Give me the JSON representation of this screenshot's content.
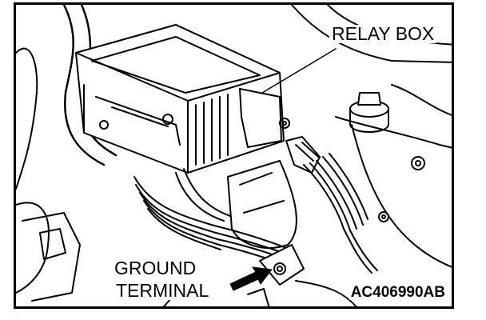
{
  "figure": {
    "labels": {
      "relay_box": "RELAY BOX",
      "ground_line1": "GROUND",
      "ground_line2": "TERMINAL",
      "figure_code": "AC406990AB"
    },
    "colors": {
      "line": "#000000",
      "background": "#ffffff"
    }
  }
}
